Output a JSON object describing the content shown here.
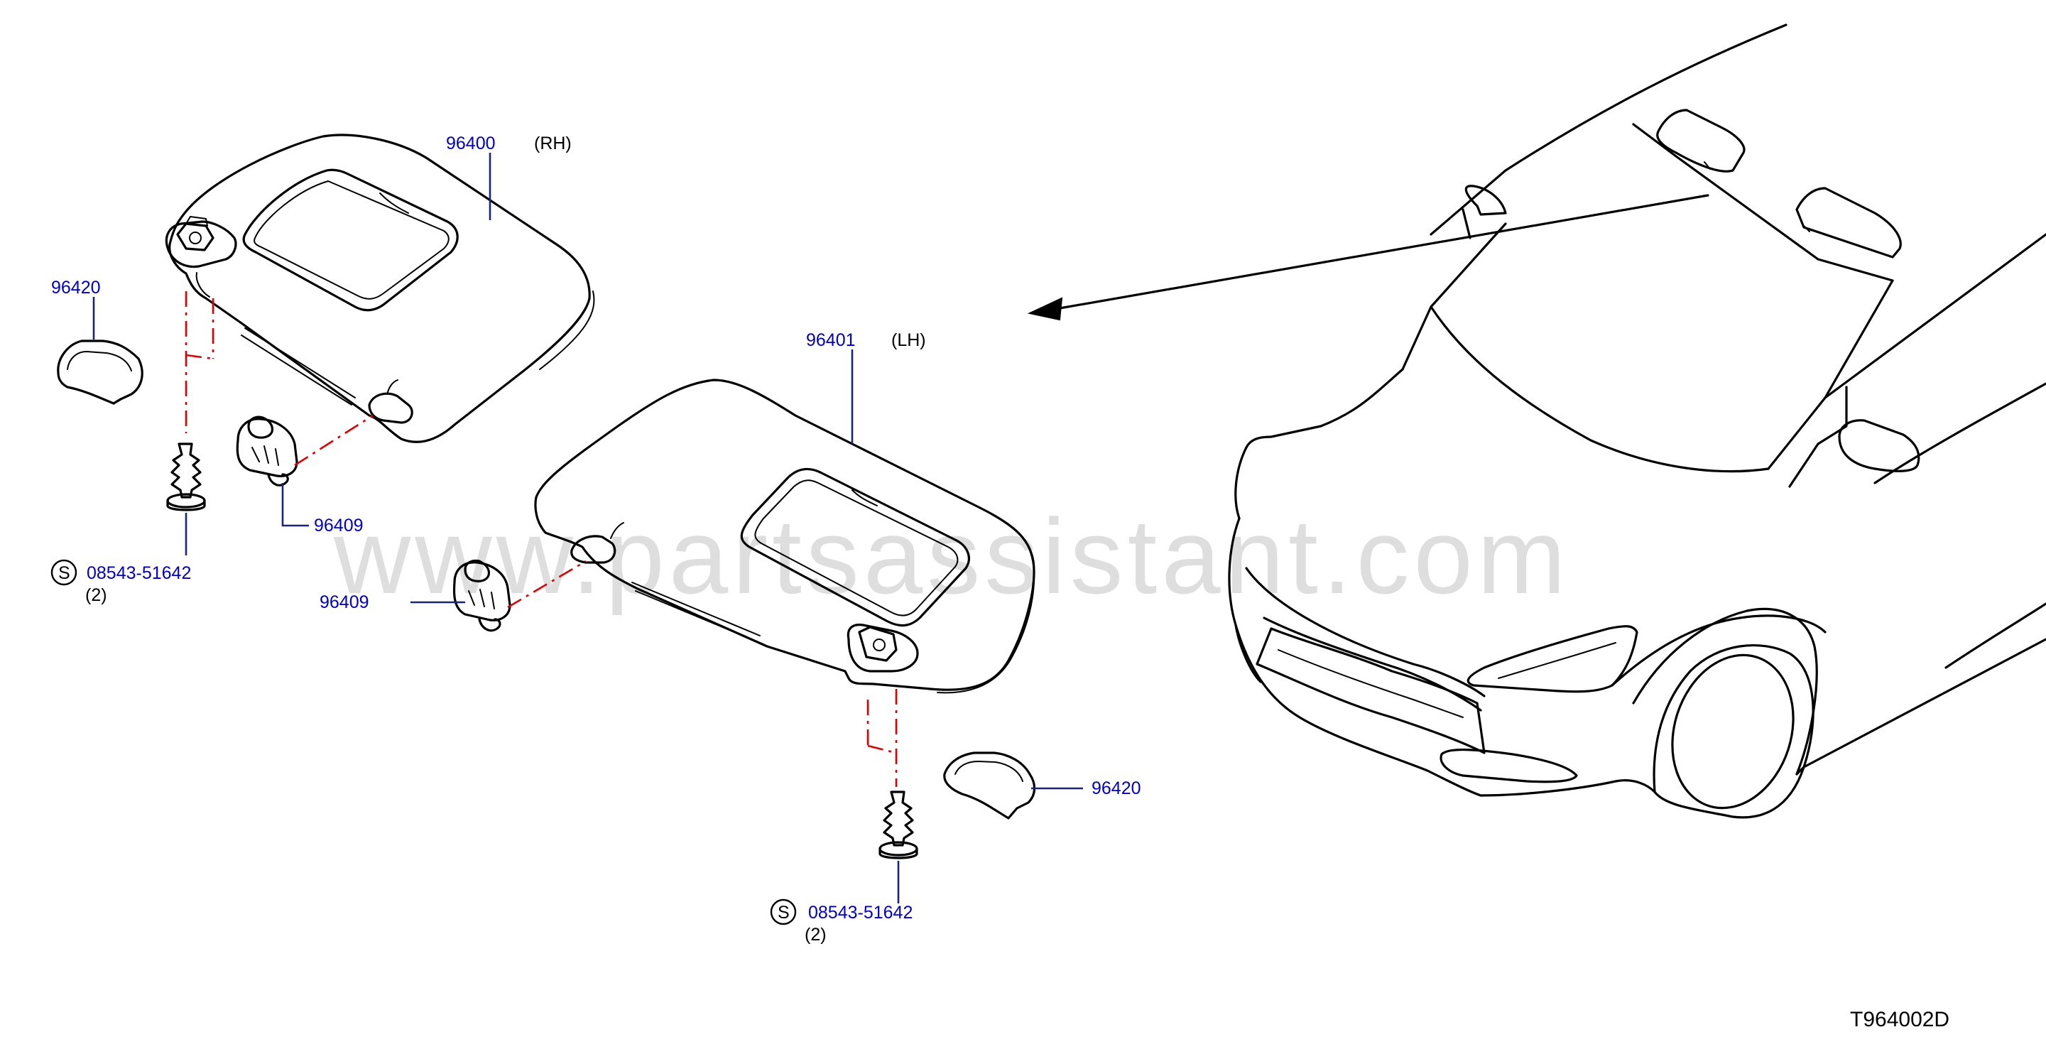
{
  "watermark": "www.partsassistant.com",
  "diagram_code": "T964002D",
  "colors": {
    "part_number": "#0000cc",
    "leader": "#1a237e",
    "centerline": "#e00000",
    "outline": "#000000",
    "watermark": "#d9d9d9"
  },
  "callouts": {
    "visor_rh": {
      "part_no": "96400",
      "side": "(RH)"
    },
    "visor_lh": {
      "part_no": "96401",
      "side": "(LH)"
    },
    "holder_rh": {
      "part_no": "96409"
    },
    "holder_lh": {
      "part_no": "96409"
    },
    "cover_rh": {
      "part_no": "96420"
    },
    "cover_lh": {
      "part_no": "96420"
    },
    "screw_rh": {
      "symbol": "S",
      "part_no": "08543-51642",
      "qty": "(2)"
    },
    "screw_lh": {
      "symbol": "S",
      "part_no": "08543-51642",
      "qty": "(2)"
    }
  }
}
